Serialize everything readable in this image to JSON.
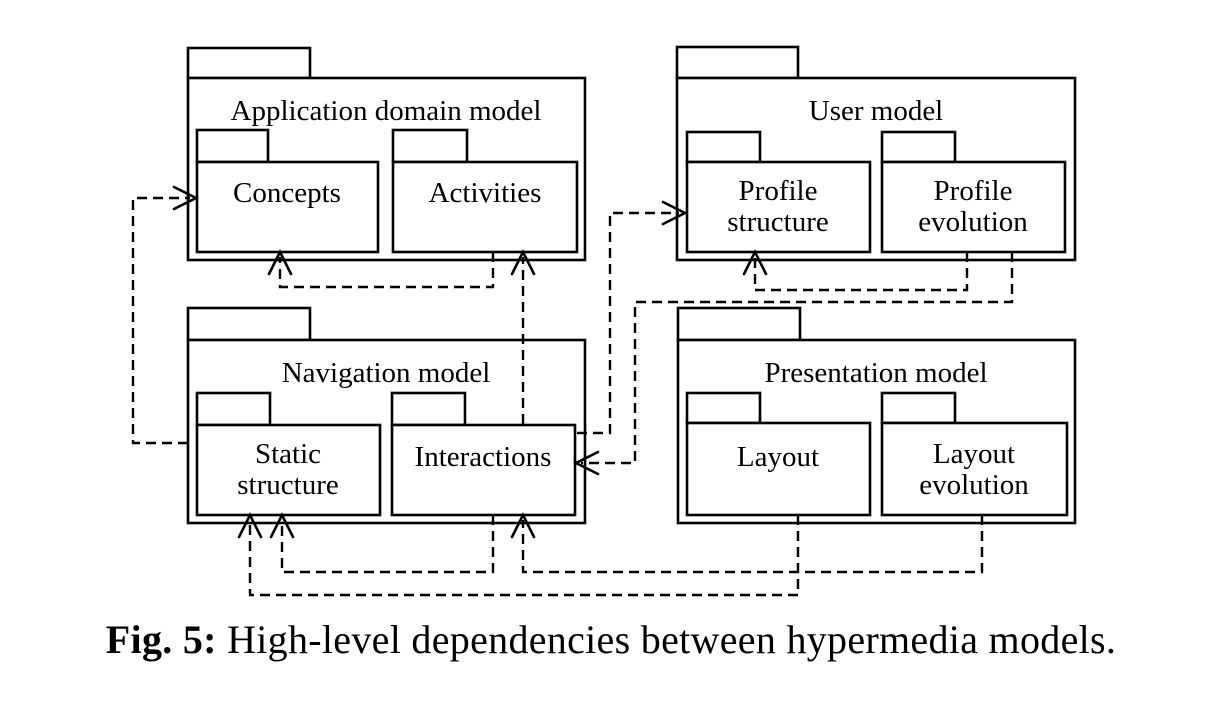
{
  "colors": {
    "ink": "#000000",
    "background": "#ffffff"
  },
  "caption": {
    "label": "Fig. 5:",
    "text": "High-level dependencies between hypermedia models."
  },
  "diagram": {
    "type": "uml-package-diagram",
    "packages": [
      {
        "title": "Application domain model",
        "sub": [
          {
            "label": "Concepts",
            "lines": [
              "Concepts"
            ]
          },
          {
            "label": "Activities",
            "lines": [
              "Activities"
            ]
          }
        ]
      },
      {
        "title": "User model",
        "sub": [
          {
            "label": "Profile structure",
            "lines": [
              "Profile",
              "structure"
            ]
          },
          {
            "label": "Profile evolution",
            "lines": [
              "Profile",
              "evolution"
            ]
          }
        ]
      },
      {
        "title": "Navigation model",
        "sub": [
          {
            "label": "Static structure",
            "lines": [
              "Static",
              "structure"
            ]
          },
          {
            "label": "Interactions",
            "lines": [
              "Interactions"
            ]
          }
        ]
      },
      {
        "title": "Presentation model",
        "sub": [
          {
            "label": "Layout",
            "lines": [
              "Layout"
            ]
          },
          {
            "label": "Layout evolution",
            "lines": [
              "Layout",
              "evolution"
            ]
          }
        ]
      }
    ],
    "dependencies": [
      {
        "from": "Static structure",
        "to": "Concepts"
      },
      {
        "from": "Activities",
        "to": "Concepts"
      },
      {
        "from": "Interactions",
        "to": "Activities"
      },
      {
        "from": "Interactions",
        "to": "Profile structure"
      },
      {
        "from": "Profile evolution",
        "to": "Profile structure"
      },
      {
        "from": "Profile evolution",
        "to": "Interactions"
      },
      {
        "from": "Interactions",
        "to": "Static structure"
      },
      {
        "from": "Layout",
        "to": "Static structure"
      },
      {
        "from": "Layout evolution",
        "to": "Interactions"
      }
    ]
  }
}
